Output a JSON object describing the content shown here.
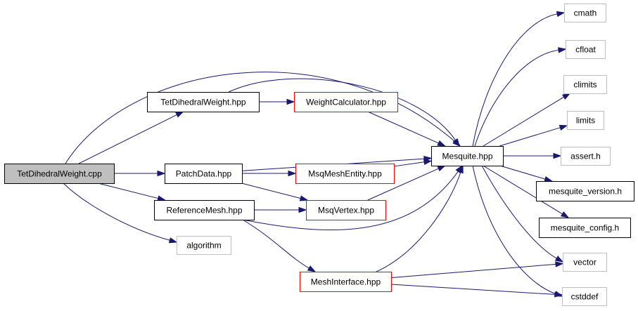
{
  "diagram": {
    "nodes": [
      {
        "id": "root",
        "label": "TetDihedralWeight.cpp",
        "kind": "root"
      },
      {
        "id": "tdw_hpp",
        "label": "TetDihedralWeight.hpp",
        "kind": "documented"
      },
      {
        "id": "weightcalc",
        "label": "WeightCalculator.hpp",
        "kind": "red"
      },
      {
        "id": "patchdata",
        "label": "PatchData.hpp",
        "kind": "documented"
      },
      {
        "id": "msqmeshentity",
        "label": "MsqMeshEntity.hpp",
        "kind": "red"
      },
      {
        "id": "refmesh",
        "label": "ReferenceMesh.hpp",
        "kind": "documented"
      },
      {
        "id": "msqvertex",
        "label": "MsqVertex.hpp",
        "kind": "red"
      },
      {
        "id": "algorithm",
        "label": "algorithm",
        "kind": "external"
      },
      {
        "id": "meshinterface",
        "label": "MeshInterface.hpp",
        "kind": "red"
      },
      {
        "id": "mesquite",
        "label": "Mesquite.hpp",
        "kind": "documented"
      },
      {
        "id": "cmath",
        "label": "cmath",
        "kind": "external"
      },
      {
        "id": "cfloat",
        "label": "cfloat",
        "kind": "external"
      },
      {
        "id": "climits",
        "label": "climits",
        "kind": "external"
      },
      {
        "id": "limits",
        "label": "limits",
        "kind": "external"
      },
      {
        "id": "assert",
        "label": "assert.h",
        "kind": "external"
      },
      {
        "id": "mversion",
        "label": "mesquite_version.h",
        "kind": "documented"
      },
      {
        "id": "mconfig",
        "label": "mesquite_config.h",
        "kind": "documented"
      },
      {
        "id": "vector",
        "label": "vector",
        "kind": "external"
      },
      {
        "id": "cstddef",
        "label": "cstddef",
        "kind": "external"
      }
    ],
    "edges": [
      {
        "from": "root",
        "to": "tdw_hpp"
      },
      {
        "from": "root",
        "to": "mesquite"
      },
      {
        "from": "root",
        "to": "patchdata"
      },
      {
        "from": "root",
        "to": "refmesh"
      },
      {
        "from": "root",
        "to": "algorithm"
      },
      {
        "from": "tdw_hpp",
        "to": "weightcalc"
      },
      {
        "from": "tdw_hpp",
        "to": "mesquite"
      },
      {
        "from": "weightcalc",
        "to": "mesquite"
      },
      {
        "from": "patchdata",
        "to": "mesquite"
      },
      {
        "from": "patchdata",
        "to": "msqmeshentity"
      },
      {
        "from": "patchdata",
        "to": "msqvertex"
      },
      {
        "from": "msqmeshentity",
        "to": "mesquite"
      },
      {
        "from": "refmesh",
        "to": "msqvertex"
      },
      {
        "from": "refmesh",
        "to": "mesquite"
      },
      {
        "from": "refmesh",
        "to": "meshinterface"
      },
      {
        "from": "msqvertex",
        "to": "mesquite"
      },
      {
        "from": "meshinterface",
        "to": "mesquite"
      },
      {
        "from": "meshinterface",
        "to": "vector"
      },
      {
        "from": "meshinterface",
        "to": "cstddef"
      },
      {
        "from": "mesquite",
        "to": "cmath"
      },
      {
        "from": "mesquite",
        "to": "cfloat"
      },
      {
        "from": "mesquite",
        "to": "climits"
      },
      {
        "from": "mesquite",
        "to": "limits"
      },
      {
        "from": "mesquite",
        "to": "assert"
      },
      {
        "from": "mesquite",
        "to": "mversion"
      },
      {
        "from": "mesquite",
        "to": "mconfig"
      },
      {
        "from": "mesquite",
        "to": "vector"
      },
      {
        "from": "mesquite",
        "to": "cstddef"
      }
    ]
  },
  "colors": {
    "edge": "#191970",
    "root_fill": "#bfbfbf",
    "documented_border": "#000000",
    "red_border": "#ff0000",
    "external_border": "#bfbfbf",
    "background": "#ffffff"
  }
}
